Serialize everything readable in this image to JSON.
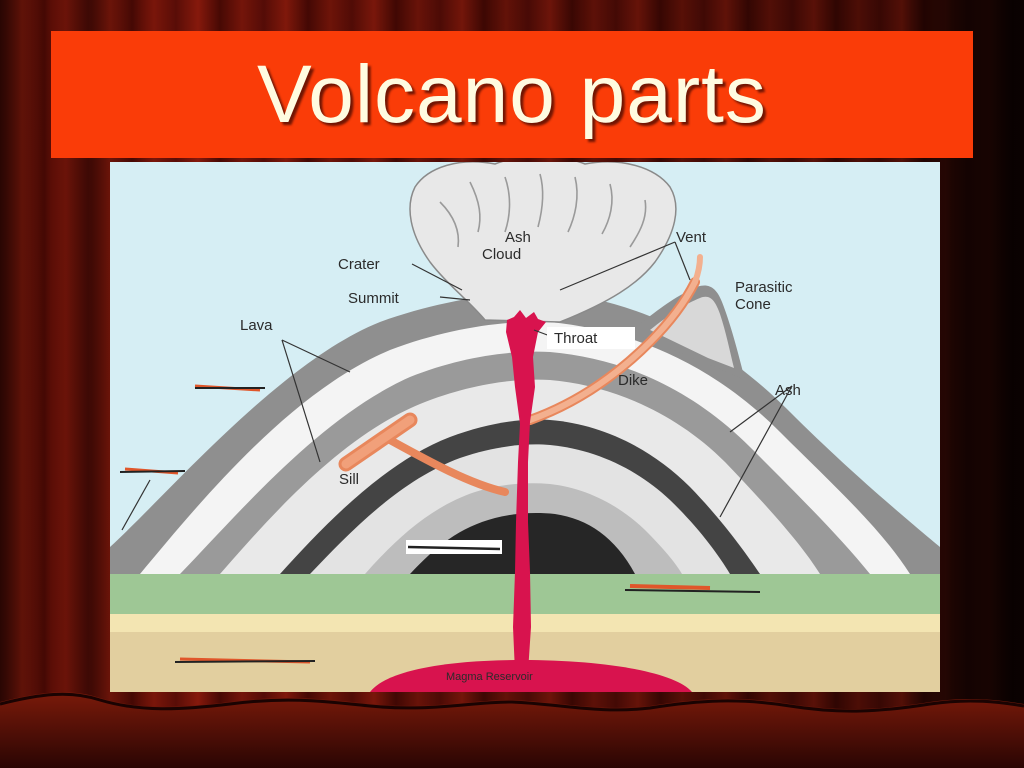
{
  "slide": {
    "title": "Volcano parts"
  },
  "diagram": {
    "labels": {
      "ash_cloud_line1": "Ash",
      "ash_cloud_line2": "Cloud",
      "vent": "Vent",
      "crater": "Crater",
      "summit": "Summit",
      "parasitic_cone_line1": "Parasitic",
      "parasitic_cone_line2": "Cone",
      "lava": "Lava",
      "throat": "Throat",
      "dike": "Dike",
      "ash": "Ash",
      "sill": "Sill",
      "magma_reservoir": "Magma Reservoir"
    },
    "colors": {
      "sky": "#d6eef4",
      "magma": "#d8134e",
      "sill_dike": "#ee9a72",
      "ground_green": "#9ec795",
      "ground_sand": "#f3e5b2",
      "ground_tan": "#e2cf9f",
      "redaction": "#e0562a"
    }
  }
}
